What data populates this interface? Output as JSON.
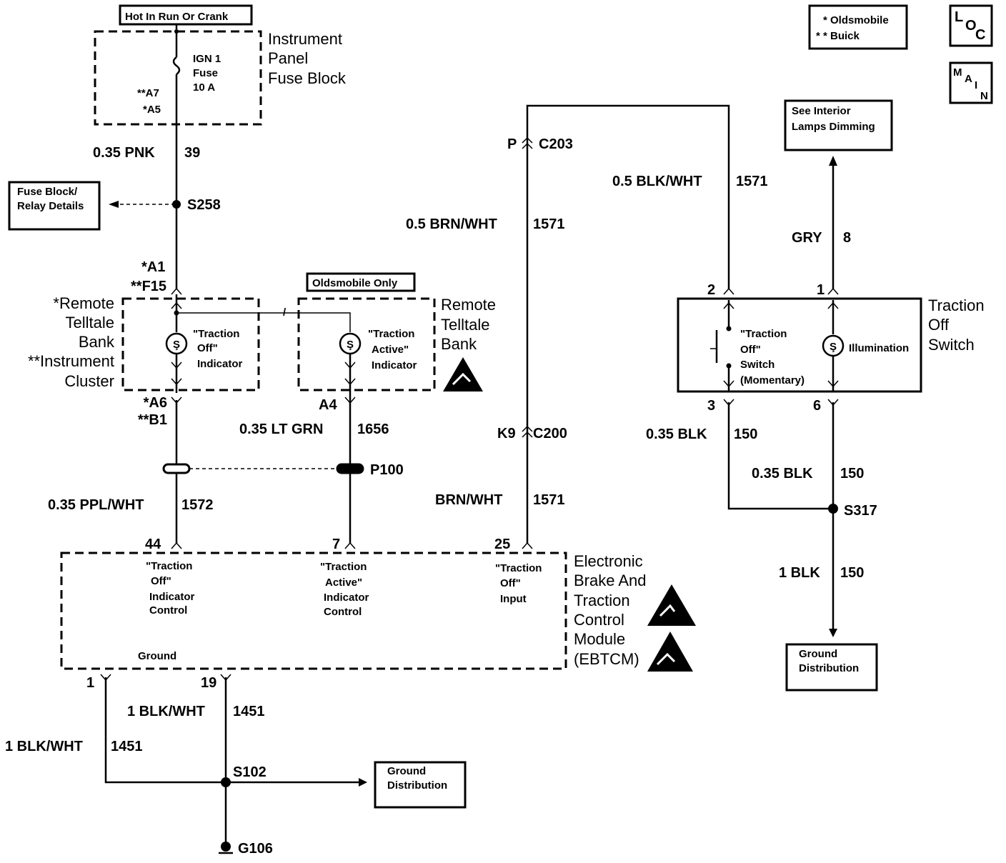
{
  "legend": {
    "line1": "* Oldsmobile",
    "line2": "* * Buick"
  },
  "loc_icon": {
    "l": "L",
    "o": "O",
    "c": "C"
  },
  "main_icon": {
    "m": "M",
    "a": "A",
    "i": "I",
    "n": "N"
  },
  "power": {
    "label": "Hot In Run Or Crank",
    "fuse_block": [
      "Instrument",
      "Panel",
      "Fuse Block"
    ],
    "fuse": [
      "IGN 1",
      "Fuse",
      "10 A"
    ],
    "pins": [
      "**A7",
      "*A5"
    ]
  },
  "wires": {
    "pnk": {
      "gauge": "0.35 PNK",
      "circuit": "39"
    },
    "ppl": {
      "gauge": "0.35 PPL/WHT",
      "circuit": "1572"
    },
    "ltgrn": {
      "gauge": "0.35 LT GRN",
      "circuit": "1656"
    },
    "brn_upper": {
      "gauge": "0.5 BRN/WHT",
      "circuit": "1571"
    },
    "brn_lower": {
      "gauge": "BRN/WHT",
      "circuit": "1571"
    },
    "blkwht_right": {
      "gauge": "0.5 BLK/WHT",
      "circuit": "1571"
    },
    "gry": {
      "gauge": "GRY",
      "circuit": "8"
    },
    "blk_sw": {
      "gauge": "0.35 BLK",
      "circuit": "150"
    },
    "blk_6": {
      "gauge": "0.35 BLK",
      "circuit": "150"
    },
    "blk_1": {
      "gauge": "1 BLK",
      "circuit": "150"
    },
    "gnd_a": {
      "gauge": "1 BLK/WHT",
      "circuit": "1451"
    },
    "gnd_b": {
      "gauge": "1 BLK/WHT",
      "circuit": "1451"
    }
  },
  "splices": {
    "s258": "S258",
    "s317": "S317",
    "s102": "S102",
    "p100": "P100",
    "g106": "G106"
  },
  "boxes": {
    "fuse_relay": [
      "Fuse Block/",
      "Relay Details"
    ],
    "interior": [
      "See Interior",
      "Lamps Dimming"
    ],
    "gd_right": [
      "Ground",
      "Distribution"
    ],
    "gd_bottom": [
      "Ground",
      "Distribution"
    ],
    "olds_only": "Oldsmobile Only"
  },
  "telltale_left": {
    "title": [
      "*Remote",
      "Telltale",
      "Bank",
      "**Instrument",
      "Cluster"
    ],
    "indicator": [
      "\"Traction",
      "Off\"",
      "Indicator"
    ],
    "pin_top": [
      "*A1",
      "**F15"
    ],
    "pin_bot": [
      "*A6",
      "**B1"
    ]
  },
  "telltale_right": {
    "title": [
      "Remote",
      "Telltale",
      "Bank"
    ],
    "indicator": [
      "\"Traction",
      "Active\"",
      "Indicator"
    ],
    "pin_bot": "A4"
  },
  "connectors": {
    "c203_p": "P",
    "c203": "C203",
    "c200_k": "K9",
    "c200": "C200"
  },
  "traction_switch": {
    "title": [
      "Traction",
      "Off",
      "Switch"
    ],
    "switch": [
      "\"Traction",
      "Off\"",
      "Switch",
      "(Momentary)"
    ],
    "illum": "Illumination",
    "pins": [
      "2",
      "1",
      "3",
      "6"
    ]
  },
  "ebtcm": {
    "title": [
      "Electronic",
      "Brake And",
      "Traction",
      "Control",
      "Module",
      "(EBTCM)"
    ],
    "pins": [
      "44",
      "7",
      "25",
      "1",
      "19"
    ],
    "f44": [
      "\"Traction",
      "Off\"",
      "Indicator",
      "Control"
    ],
    "f7": [
      "\"Traction",
      "Active\"",
      "Indicator",
      "Control"
    ],
    "f25": [
      "\"Traction",
      "Off\"",
      "Input"
    ],
    "ground": "Ground"
  }
}
